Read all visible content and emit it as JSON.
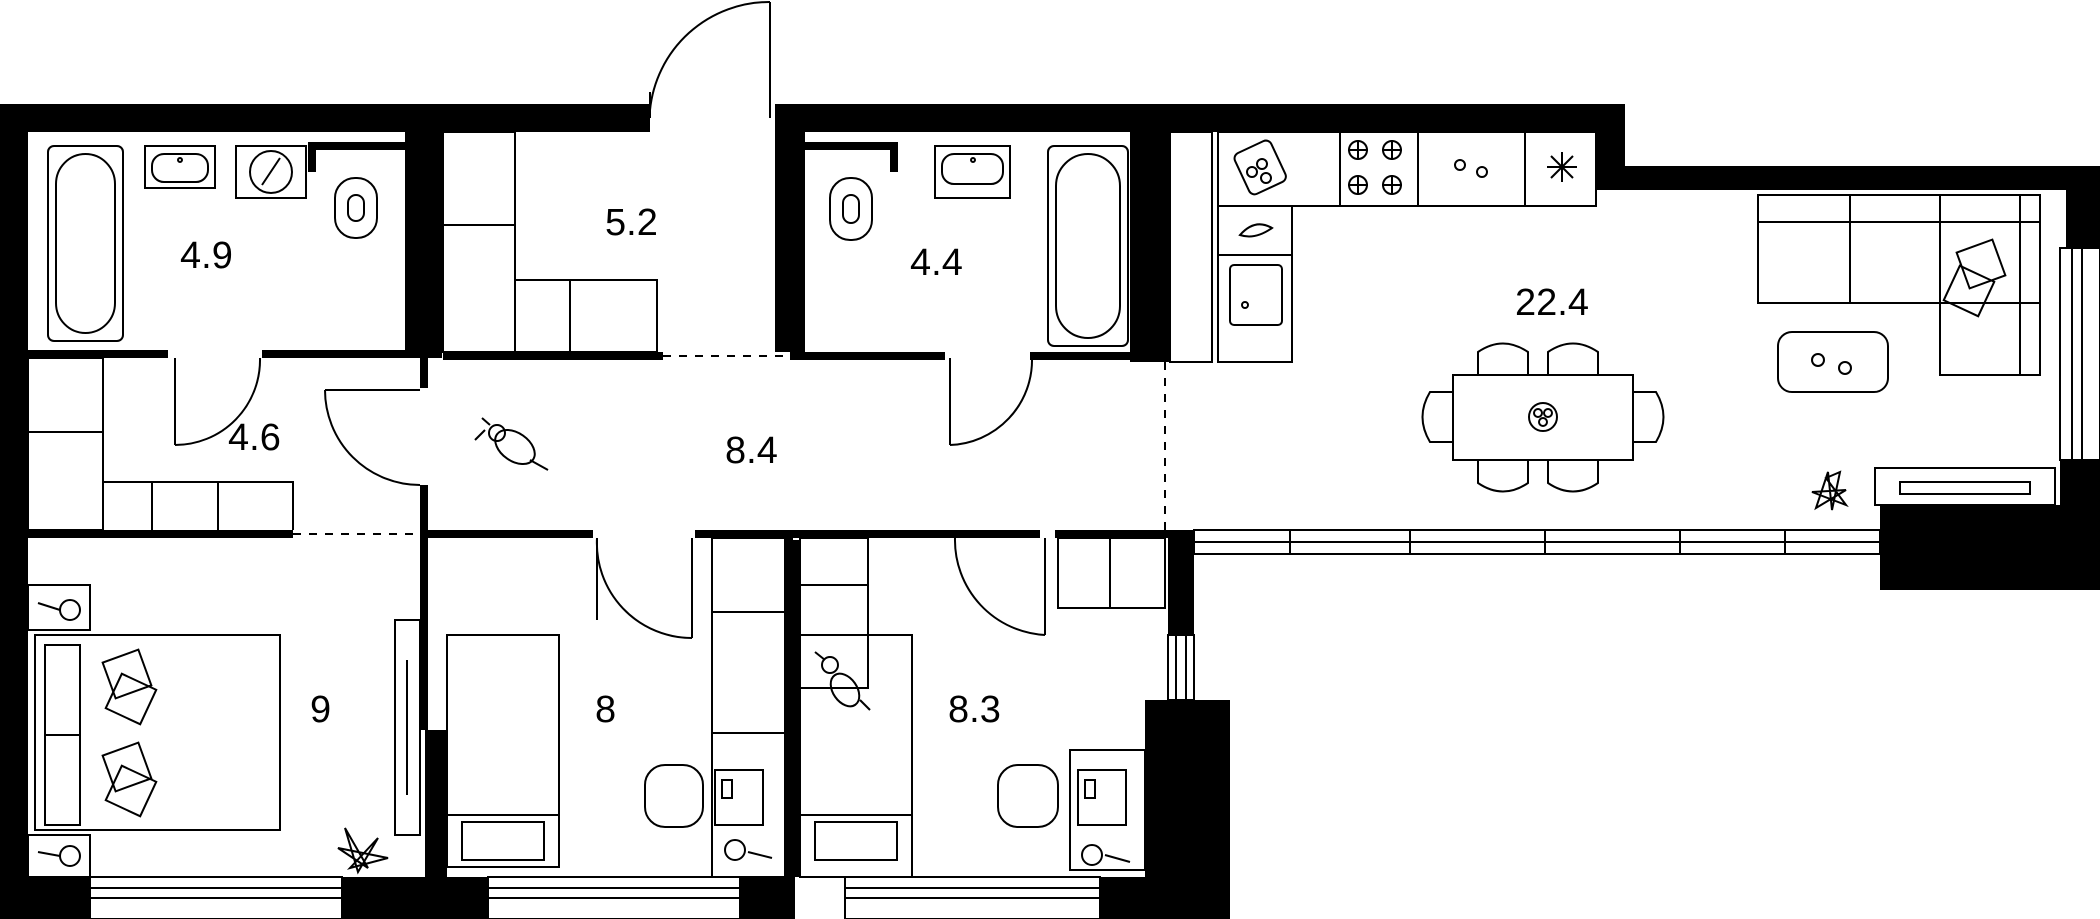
{
  "rooms": [
    {
      "id": "bathroom-1",
      "area": "4.9"
    },
    {
      "id": "storage",
      "area": "5.2"
    },
    {
      "id": "bathroom-2",
      "area": "4.4"
    },
    {
      "id": "kitchen-living",
      "area": "22.4"
    },
    {
      "id": "entry-hall",
      "area": "4.6"
    },
    {
      "id": "corridor",
      "area": "8.4"
    },
    {
      "id": "bedroom-master",
      "area": "9"
    },
    {
      "id": "bedroom-2",
      "area": "8"
    },
    {
      "id": "bedroom-3",
      "area": "8.3"
    }
  ],
  "colors": {
    "wall": "#000000",
    "line": "#000000",
    "background": "#ffffff"
  }
}
